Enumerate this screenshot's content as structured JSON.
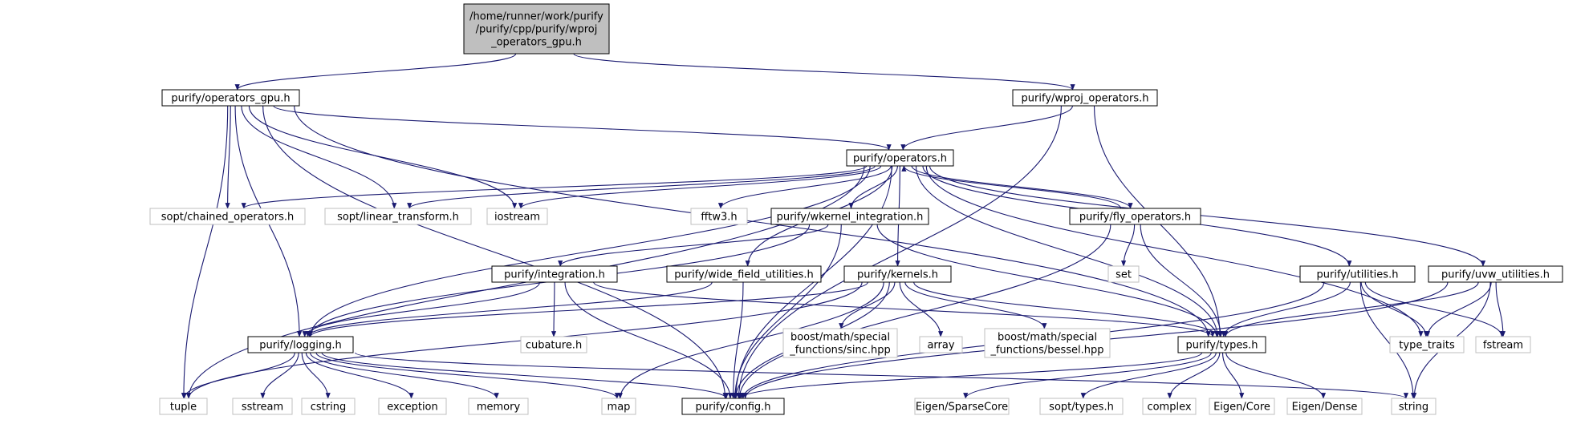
{
  "diagram": {
    "nodes": [
      {
        "id": "root",
        "kind": "main",
        "lines": [
          "/home/runner/work/purify",
          "/purify/cpp/purify/wproj",
          "_operators_gpu.h"
        ]
      },
      {
        "id": "ops_gpu",
        "kind": "header",
        "lines": [
          "purify/operators_gpu.h"
        ]
      },
      {
        "id": "wproj_ops",
        "kind": "header",
        "lines": [
          "purify/wproj_operators.h"
        ]
      },
      {
        "id": "operators",
        "kind": "header",
        "lines": [
          "purify/operators.h"
        ]
      },
      {
        "id": "chained",
        "kind": "ext",
        "lines": [
          "sopt/chained_operators.h"
        ]
      },
      {
        "id": "lintrans",
        "kind": "ext",
        "lines": [
          "sopt/linear_transform.h"
        ]
      },
      {
        "id": "iostream",
        "kind": "ext",
        "lines": [
          "iostream"
        ]
      },
      {
        "id": "fftw3",
        "kind": "ext",
        "lines": [
          "fftw3.h"
        ]
      },
      {
        "id": "wkernel",
        "kind": "header",
        "lines": [
          "purify/wkernel_integration.h"
        ]
      },
      {
        "id": "fly",
        "kind": "header",
        "lines": [
          "purify/fly_operators.h"
        ]
      },
      {
        "id": "set",
        "kind": "ext",
        "lines": [
          "set"
        ]
      },
      {
        "id": "integration",
        "kind": "header",
        "lines": [
          "purify/integration.h"
        ]
      },
      {
        "id": "widefield",
        "kind": "header",
        "lines": [
          "purify/wide_field_utilities.h"
        ]
      },
      {
        "id": "kernels",
        "kind": "header",
        "lines": [
          "purify/kernels.h"
        ]
      },
      {
        "id": "utilities",
        "kind": "header",
        "lines": [
          "purify/utilities.h"
        ]
      },
      {
        "id": "uvw",
        "kind": "header",
        "lines": [
          "purify/uvw_utilities.h"
        ]
      },
      {
        "id": "logging",
        "kind": "header",
        "lines": [
          "purify/logging.h"
        ]
      },
      {
        "id": "cubature",
        "kind": "ext",
        "lines": [
          "cubature.h"
        ]
      },
      {
        "id": "sinc",
        "kind": "ext",
        "lines": [
          "boost/math/special",
          "_functions/sinc.hpp"
        ]
      },
      {
        "id": "array",
        "kind": "ext",
        "lines": [
          "array"
        ]
      },
      {
        "id": "bessel",
        "kind": "ext",
        "lines": [
          "boost/math/special",
          "_functions/bessel.hpp"
        ]
      },
      {
        "id": "types",
        "kind": "header",
        "lines": [
          "purify/types.h"
        ]
      },
      {
        "id": "type_traits",
        "kind": "ext",
        "lines": [
          "type_traits"
        ]
      },
      {
        "id": "fstream",
        "kind": "ext",
        "lines": [
          "fstream"
        ]
      },
      {
        "id": "tuple",
        "kind": "ext",
        "lines": [
          "tuple"
        ]
      },
      {
        "id": "sstream",
        "kind": "ext",
        "lines": [
          "sstream"
        ]
      },
      {
        "id": "cstring",
        "kind": "ext",
        "lines": [
          "cstring"
        ]
      },
      {
        "id": "exception",
        "kind": "ext",
        "lines": [
          "exception"
        ]
      },
      {
        "id": "memory",
        "kind": "ext",
        "lines": [
          "memory"
        ]
      },
      {
        "id": "map",
        "kind": "ext",
        "lines": [
          "map"
        ]
      },
      {
        "id": "config",
        "kind": "header",
        "lines": [
          "purify/config.h"
        ]
      },
      {
        "id": "sparsecore",
        "kind": "ext",
        "lines": [
          "Eigen/SparseCore"
        ]
      },
      {
        "id": "sopt_types",
        "kind": "ext",
        "lines": [
          "sopt/types.h"
        ]
      },
      {
        "id": "complex",
        "kind": "ext",
        "lines": [
          "complex"
        ]
      },
      {
        "id": "eigen_core",
        "kind": "ext",
        "lines": [
          "Eigen/Core"
        ]
      },
      {
        "id": "eigen_dense",
        "kind": "ext",
        "lines": [
          "Eigen/Dense"
        ]
      },
      {
        "id": "string",
        "kind": "ext",
        "lines": [
          "string"
        ]
      }
    ],
    "edges": [
      [
        "root",
        "ops_gpu"
      ],
      [
        "root",
        "wproj_ops"
      ],
      [
        "ops_gpu",
        "chained"
      ],
      [
        "ops_gpu",
        "lintrans"
      ],
      [
        "ops_gpu",
        "iostream"
      ],
      [
        "ops_gpu",
        "operators"
      ],
      [
        "ops_gpu",
        "tuple"
      ],
      [
        "ops_gpu",
        "logging"
      ],
      [
        "ops_gpu",
        "config"
      ],
      [
        "ops_gpu",
        "types"
      ],
      [
        "wproj_ops",
        "operators"
      ],
      [
        "wproj_ops",
        "types"
      ],
      [
        "wproj_ops",
        "config"
      ],
      [
        "operators",
        "chained"
      ],
      [
        "operators",
        "lintrans"
      ],
      [
        "operators",
        "iostream"
      ],
      [
        "operators",
        "fftw3"
      ],
      [
        "operators",
        "wkernel"
      ],
      [
        "operators",
        "fly"
      ],
      [
        "operators",
        "widefield"
      ],
      [
        "operators",
        "kernels"
      ],
      [
        "operators",
        "utilities"
      ],
      [
        "operators",
        "uvw"
      ],
      [
        "operators",
        "types"
      ],
      [
        "operators",
        "logging"
      ],
      [
        "operators",
        "tuple"
      ],
      [
        "operators",
        "config"
      ],
      [
        "operators",
        "type_traits"
      ],
      [
        "fly",
        "operators"
      ],
      [
        "fly",
        "set"
      ],
      [
        "fly",
        "types"
      ],
      [
        "fly",
        "config"
      ],
      [
        "wkernel",
        "integration"
      ],
      [
        "wkernel",
        "logging"
      ],
      [
        "wkernel",
        "types"
      ],
      [
        "wkernel",
        "config"
      ],
      [
        "integration",
        "cubature"
      ],
      [
        "integration",
        "logging"
      ],
      [
        "integration",
        "types"
      ],
      [
        "integration",
        "config"
      ],
      [
        "widefield",
        "logging"
      ],
      [
        "widefield",
        "config"
      ],
      [
        "kernels",
        "sinc"
      ],
      [
        "kernels",
        "array"
      ],
      [
        "kernels",
        "bessel"
      ],
      [
        "kernels",
        "types"
      ],
      [
        "kernels",
        "config"
      ],
      [
        "kernels",
        "logging"
      ],
      [
        "kernels",
        "tuple"
      ],
      [
        "kernels",
        "map"
      ],
      [
        "utilities",
        "types"
      ],
      [
        "utilities",
        "type_traits"
      ],
      [
        "utilities",
        "fstream"
      ],
      [
        "utilities",
        "string"
      ],
      [
        "utilities",
        "config"
      ],
      [
        "uvw",
        "types"
      ],
      [
        "uvw",
        "type_traits"
      ],
      [
        "uvw",
        "fstream"
      ],
      [
        "uvw",
        "string"
      ],
      [
        "uvw",
        "config"
      ],
      [
        "logging",
        "tuple"
      ],
      [
        "logging",
        "sstream"
      ],
      [
        "logging",
        "cstring"
      ],
      [
        "logging",
        "exception"
      ],
      [
        "logging",
        "memory"
      ],
      [
        "logging",
        "map"
      ],
      [
        "logging",
        "config"
      ],
      [
        "logging",
        "string"
      ],
      [
        "types",
        "config"
      ],
      [
        "types",
        "sparsecore"
      ],
      [
        "types",
        "sopt_types"
      ],
      [
        "types",
        "complex"
      ],
      [
        "types",
        "eigen_core"
      ],
      [
        "types",
        "eigen_dense"
      ]
    ]
  }
}
